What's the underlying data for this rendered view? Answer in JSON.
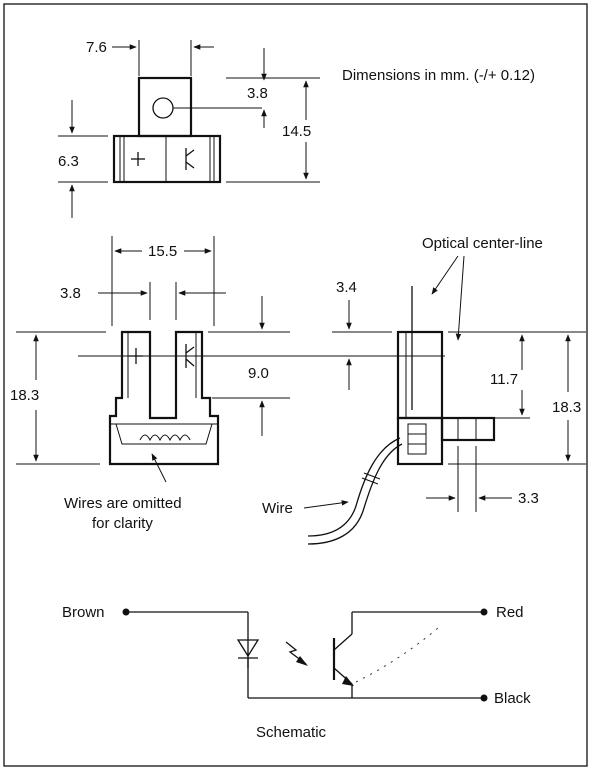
{
  "note": "Dimensions in mm. (-/+ 0.12)",
  "top_view": {
    "width": "7.6",
    "hole_offset": "3.8",
    "height": "14.5",
    "base_height": "6.3"
  },
  "front_view": {
    "width": "15.5",
    "slot": "3.8",
    "height": "18.3",
    "center": "9.0",
    "footnote_line1": "Wires are omitted",
    "footnote_line2": "for clarity"
  },
  "side_view": {
    "title": "Optical center-line",
    "top_offset": "3.4",
    "center_height": "11.7",
    "height": "18.3",
    "wire_label": "Wire",
    "tab_width": "3.3"
  },
  "schematic": {
    "brown": "Brown",
    "red": "Red",
    "black": "Black",
    "caption": "Schematic"
  }
}
